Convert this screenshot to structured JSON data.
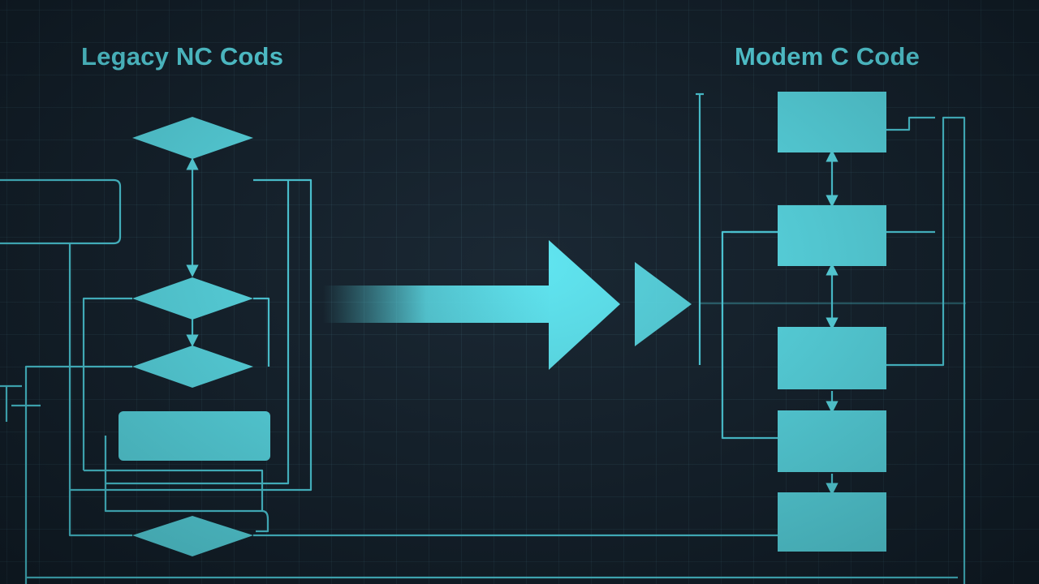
{
  "left_panel": {
    "title": "Legacy NC Cods"
  },
  "right_panel": {
    "title": "Modem C Code"
  },
  "colors": {
    "accent": "#5ce6f2",
    "line": "#4fd6e6",
    "background": "#13212d",
    "grid": "#2a4a5a"
  },
  "conversion_arrow": {
    "direction": "left-to-right"
  }
}
